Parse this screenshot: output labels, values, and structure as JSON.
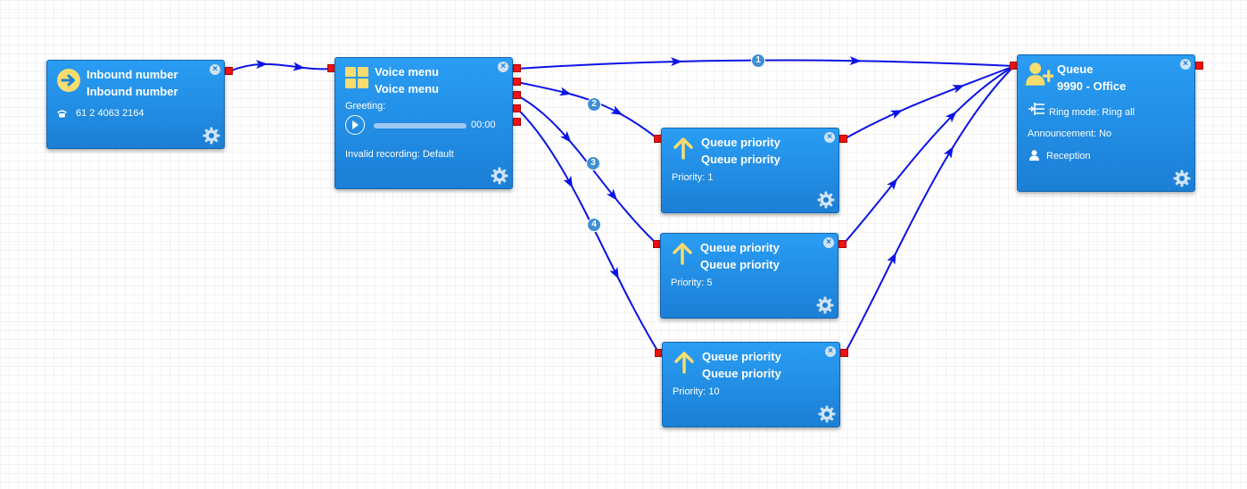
{
  "colors": {
    "node_bg": "#1b8be6",
    "link": "#0b13e6",
    "port": "#ee1111",
    "icon_yellow": "#f7dc6f",
    "badge": "#3f8fd4"
  },
  "inbound": {
    "title": "Inbound number",
    "subtitle": "Inbound number",
    "icon": "arrow-right-circle-icon",
    "phone_icon": "phone-icon",
    "phone": "61 2 4063 2164"
  },
  "voice_menu": {
    "title": "Voice menu",
    "subtitle": "Voice menu",
    "icon": "grid-icon",
    "greeting_label": "Greeting:",
    "playback_time": "00:00",
    "playback_progress": 0,
    "invalid_recording": "Invalid recording: Default"
  },
  "priority_nodes": [
    {
      "title": "Queue priority",
      "subtitle": "Queue priority",
      "priority": "Priority: 1",
      "icon": "arrow-up-icon"
    },
    {
      "title": "Queue priority",
      "subtitle": "Queue priority",
      "priority": "Priority: 5",
      "icon": "arrow-up-icon"
    },
    {
      "title": "Queue priority",
      "subtitle": "Queue priority",
      "priority": "Priority: 10",
      "icon": "arrow-up-icon"
    }
  ],
  "queue": {
    "title": "Queue",
    "subtitle": "9990 - Office",
    "icon": "add-user-icon",
    "ring_mode": "Ring mode: Ring all",
    "announcement": "Announcement: No",
    "agent": "Reception"
  },
  "link_badges": [
    "1",
    "2",
    "3",
    "4"
  ],
  "icons": {
    "close": "close-icon",
    "settings": "gear-icon"
  }
}
